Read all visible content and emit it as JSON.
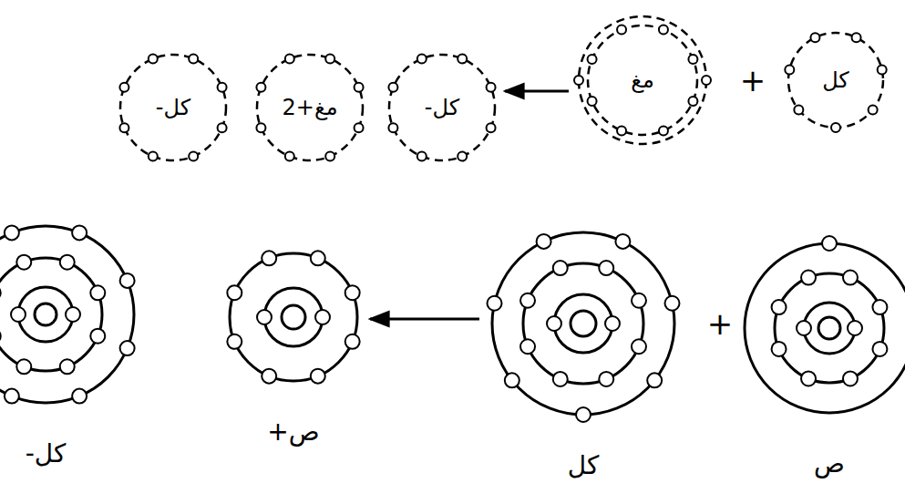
{
  "diagram": {
    "nodes": [
      {
        "text": [
          "كل-"
        ]
      },
      {
        "text": [
          "مغ+2"
        ]
      },
      {
        "text": [
          "كل-"
        ]
      },
      {
        "text": [
          "مغ"
        ]
      },
      {
        "text": [
          "كل"
        ]
      },
      {
        "text": [
          "كل-"
        ]
      },
      {
        "text": [
          "ص+"
        ]
      },
      {
        "text": [
          "كل"
        ]
      },
      {
        "text": [
          "ص"
        ]
      }
    ],
    "edges": [
      {
        "from": 3,
        "to": 2,
        "arrow": "to"
      },
      {
        "from": 7,
        "to": 6,
        "arrow": "to"
      }
    ],
    "labels": [
      "+",
      "+"
    ]
  }
}
